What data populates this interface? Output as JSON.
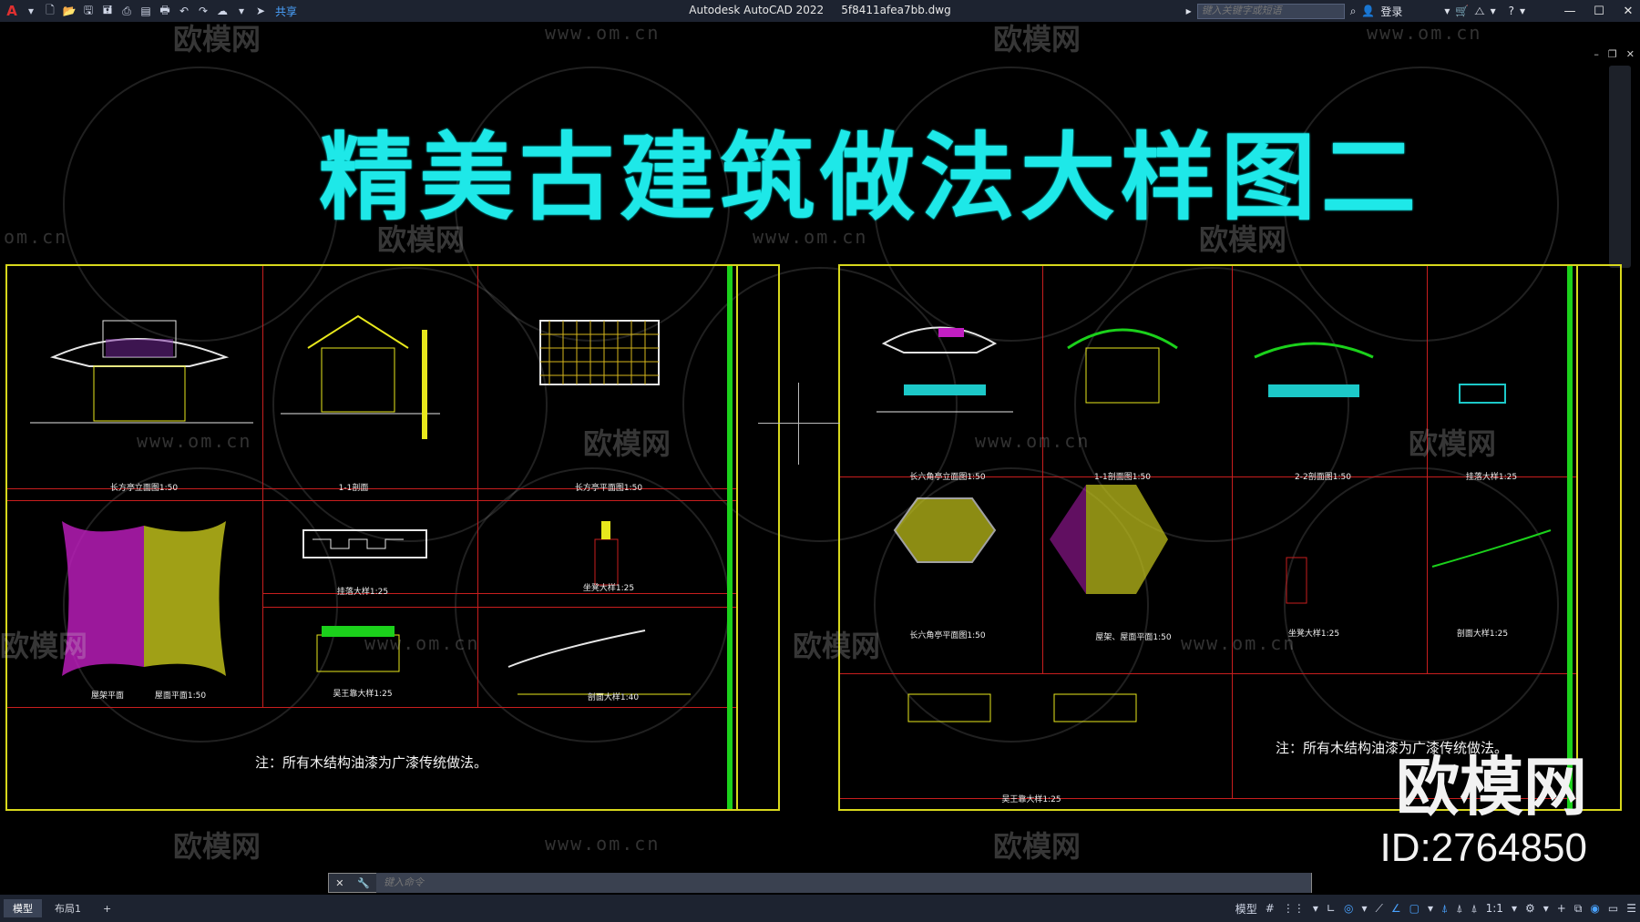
{
  "app": {
    "title": "Autodesk AutoCAD 2022",
    "filename": "5f8411afea7bb.dwg",
    "share_label": "共享",
    "search_placeholder": "键入关键字或短语",
    "login_label": "登录"
  },
  "drawing": {
    "main_title": "精美古建筑做法大样图二",
    "left_sheet": {
      "labels": [
        "长方亭立面图1:50",
        "1-1剖面",
        "长方亭平面图1:50",
        "挂落大样1:25",
        "坐凳大样1:25",
        "吴王靠大样1:25",
        "剖面大样1:40",
        "屋架平面",
        "屋面平面1:50"
      ],
      "note": "注：所有木结构油漆为广漆传统做法。"
    },
    "right_sheet": {
      "labels": [
        "长六角亭立面图1:50",
        "1-1剖面图1:50",
        "2-2剖面图1:50",
        "挂落大样1:25",
        "长六角亭平面图1:50",
        "屋架、屋面平面1:50",
        "坐凳大样1:25",
        "剖面大样1:25",
        "吴王靠大样1:25"
      ],
      "note": "注：所有木结构油漆为广漆传统做法。"
    }
  },
  "watermark": {
    "brand": "欧模网",
    "url": "www.om.cn",
    "url_partial": "om.cn",
    "id": "ID:2764850"
  },
  "command": {
    "placeholder": "键入命令"
  },
  "status": {
    "tabs": [
      "模型",
      "布局1"
    ],
    "add_tab": "+",
    "model_label": "模型",
    "scale": "1:1"
  },
  "colors": {
    "title": "#1ee8e8",
    "frame": "#d8d81c",
    "grid_lines": "#c81e1e"
  }
}
